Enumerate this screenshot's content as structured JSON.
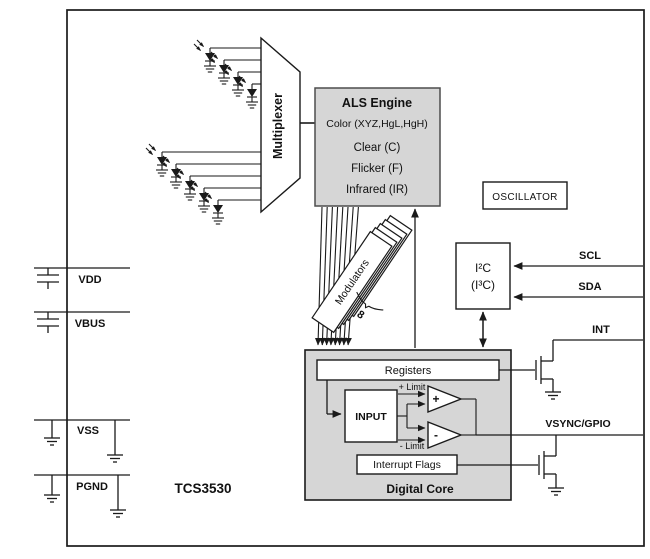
{
  "diagram": {
    "chip_name": "TCS3530",
    "multiplexer_label": "Multiplexer",
    "als_engine": {
      "title": "ALS Engine",
      "lines": [
        "Color (XYZ,HgL,HgH)",
        "Clear (C)",
        "Flicker (F)",
        "Infrared (IR)"
      ]
    },
    "oscillator_label": "OSCILLATOR",
    "i2c": {
      "line1": "I²C",
      "line2": "(I³C)"
    },
    "modulators": {
      "label": "Modulators",
      "count": "8"
    },
    "digital_core": {
      "title": "Digital Core",
      "registers_label": "Registers",
      "input_label": "INPUT",
      "plus_limit_label": "+ Limit",
      "minus_limit_label": "- Limit",
      "comparator_plus": "+",
      "comparator_minus": "-",
      "interrupt_flags_label": "Interrupt Flags"
    },
    "pins": {
      "vdd": "VDD",
      "vbus": "VBUS",
      "vss": "VSS",
      "pgnd": "PGND",
      "scl": "SCL",
      "sda": "SDA",
      "int": "INT",
      "vsync": "VSYNC/GPIO"
    },
    "colors": {
      "background": "#ffffff",
      "line": "#1a1a1a",
      "block_fill": "#d6d6d6",
      "box_fill": "#ffffff"
    }
  }
}
